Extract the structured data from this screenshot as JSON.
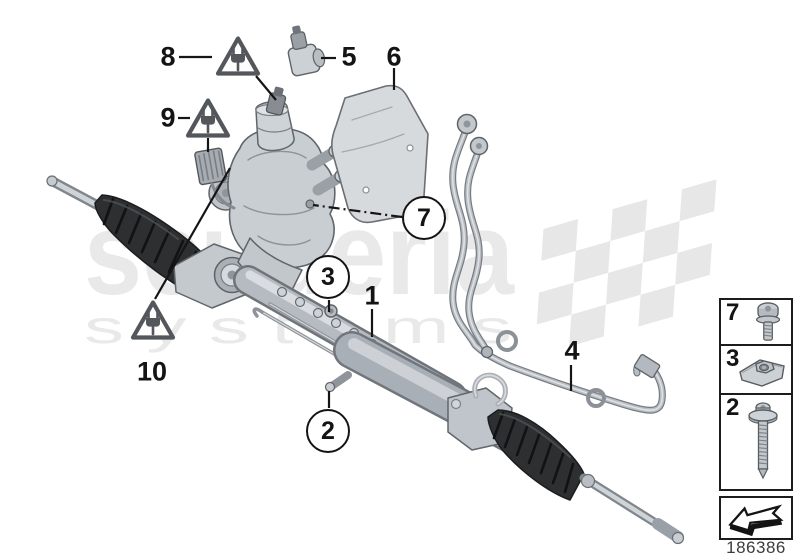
{
  "figure": {
    "watermark": {
      "brand": "scuderia",
      "word": "s y s t e m s"
    },
    "image_code": "186386",
    "callouts": {
      "label_1": "1",
      "label_2": "2",
      "label_3": "3",
      "label_4": "4",
      "label_5": "5",
      "label_6": "6",
      "label_7": "7",
      "label_8": "8",
      "label_9": "9",
      "label_10": "10"
    },
    "legend": {
      "rows": [
        {
          "num": "7",
          "icon": "torx-screw-icon"
        },
        {
          "num": "3",
          "icon": "cage-nut-icon"
        },
        {
          "num": "2",
          "icon": "flange-screw-icon"
        }
      ],
      "arrow_icon": "direction-arrow-icon"
    },
    "warning_icon": "warning-plug-triangle-icon"
  }
}
